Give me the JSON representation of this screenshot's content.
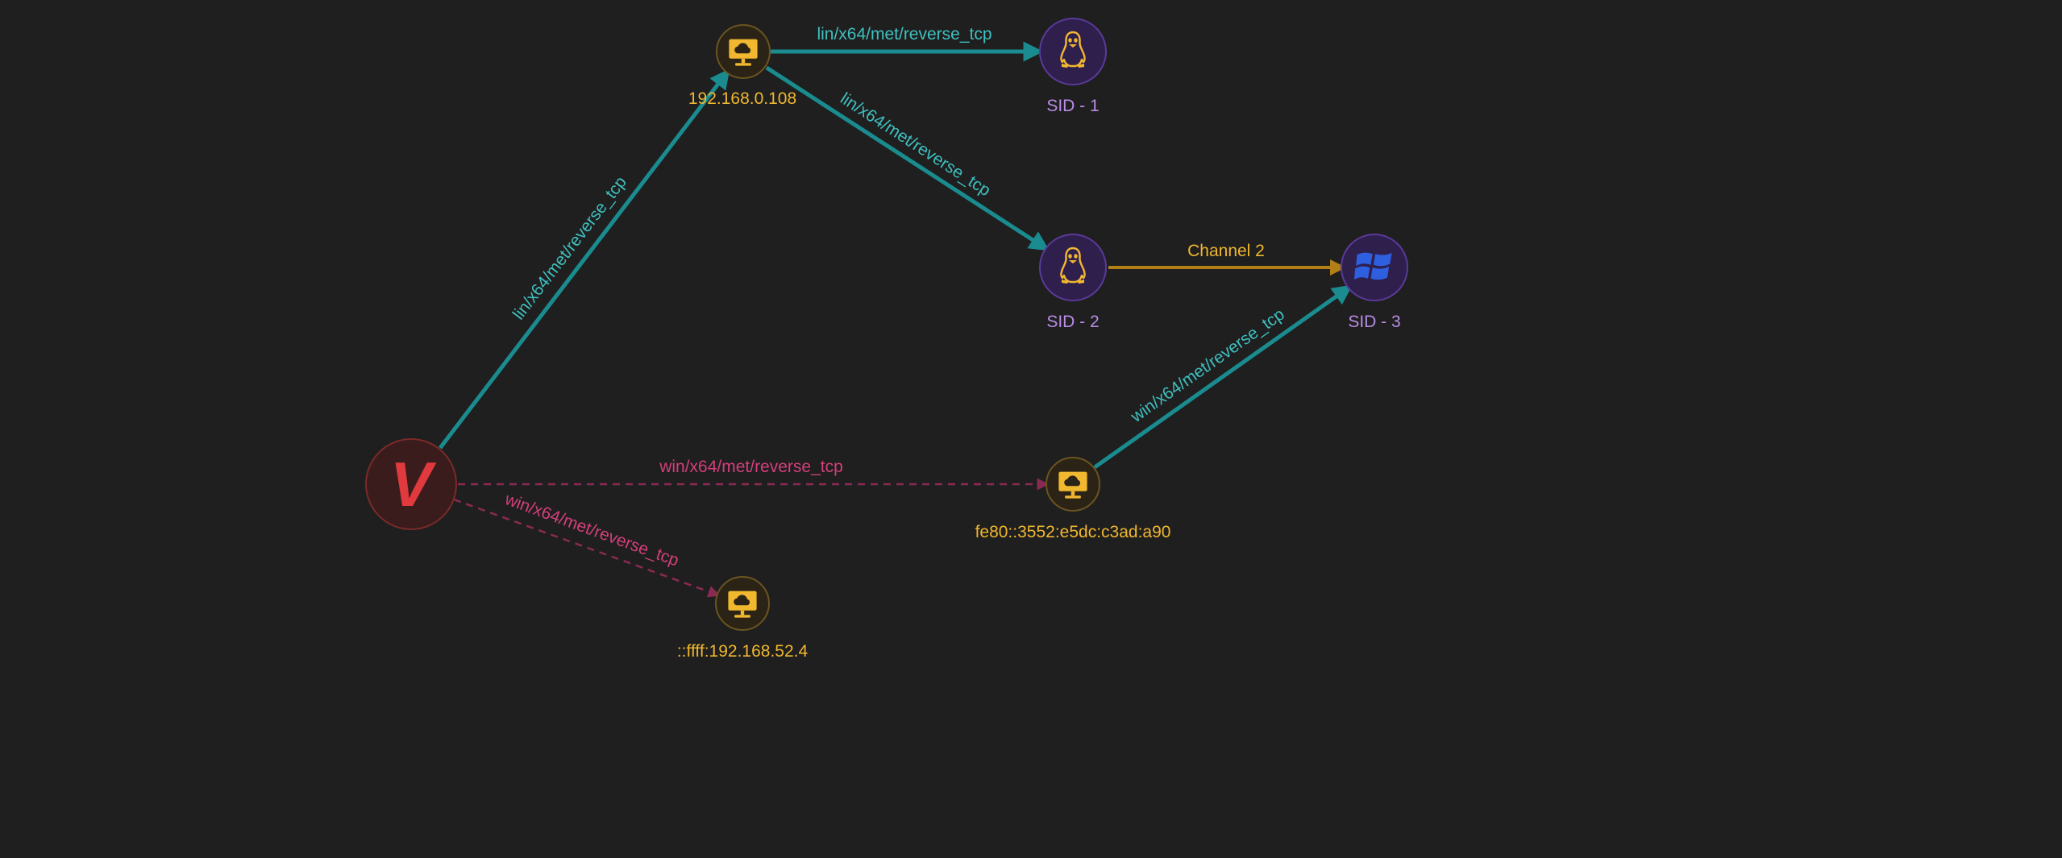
{
  "colors": {
    "background": "#1f1f1f",
    "teal": "#1a8c8f",
    "teal_text": "#3fbfbf",
    "pink": "#d23f7a",
    "pink_line": "#8a2a52",
    "gold": "#f0b72f",
    "gold_line": "#b08016",
    "purple_text": "#b88de6",
    "session_fill": "#2e1f4d",
    "session_stroke": "#5a3a99",
    "host_fill": "#2b2416",
    "host_stroke": "#6b5420",
    "server_fill": "#3a1c1c",
    "server_stroke": "#7a2a2a",
    "server_text": "#e0393e",
    "windows_blue": "#2e5fe0"
  },
  "server": {
    "logo_text": "V",
    "icon": "v-logo-icon"
  },
  "hosts": [
    {
      "id": "host-1",
      "label": "192.168.0.108",
      "icon": "cloud-monitor-icon"
    },
    {
      "id": "host-2",
      "label": "fe80::3552:e5dc:c3ad:a90",
      "icon": "cloud-monitor-icon"
    },
    {
      "id": "host-3",
      "label": "::ffff:192.168.52.4",
      "icon": "cloud-monitor-icon"
    }
  ],
  "sessions": [
    {
      "id": "sid-1",
      "label": "SID - 1",
      "os": "linux",
      "icon": "linux-tux-icon"
    },
    {
      "id": "sid-2",
      "label": "SID - 2",
      "os": "linux",
      "icon": "linux-tux-icon"
    },
    {
      "id": "sid-3",
      "label": "SID - 3",
      "os": "windows",
      "icon": "windows-logo-icon"
    }
  ],
  "edges": [
    {
      "id": "server-host1",
      "label": "lin/x64/met/reverse_tcp",
      "style": "teal-solid"
    },
    {
      "id": "host1-sid1",
      "label": "lin/x64/met/reverse_tcp",
      "style": "teal-solid"
    },
    {
      "id": "host1-sid2",
      "label": "lin/x64/met/reverse_tcp",
      "style": "teal-solid"
    },
    {
      "id": "sid2-sid3",
      "label": "Channel 2",
      "style": "gold-solid"
    },
    {
      "id": "host2-sid3",
      "label": "win/x64/met/reverse_tcp",
      "style": "teal-solid"
    },
    {
      "id": "server-host2",
      "label": "win/x64/met/reverse_tcp",
      "style": "pink-dashed"
    },
    {
      "id": "server-host3",
      "label": "win/x64/met/reverse_tcp",
      "style": "pink-dashed"
    }
  ]
}
